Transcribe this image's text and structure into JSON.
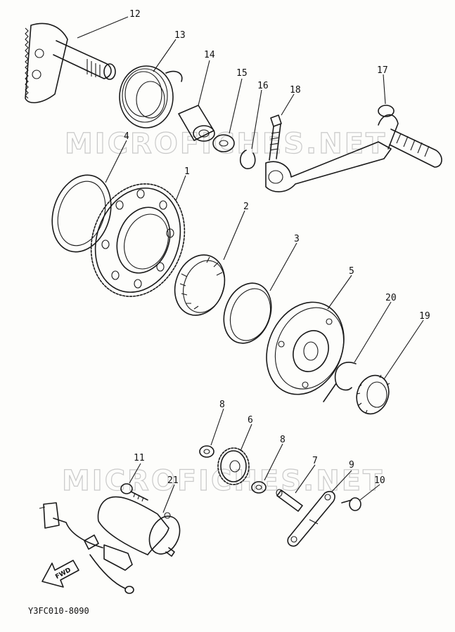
{
  "watermark": "MICROFICHES.NET",
  "drawing_code": "Y3FC010-8090",
  "fwd_label": "FWD",
  "callouts": {
    "p1": "1",
    "p2": "2",
    "p3": "3",
    "p4": "4",
    "p5": "5",
    "p6": "6",
    "p7": "7",
    "p8a": "8",
    "p8b": "8",
    "p9": "9",
    "p10": "10",
    "p11": "11",
    "p12": "12",
    "p13": "13",
    "p14": "14",
    "p15": "15",
    "p16": "16",
    "p17": "17",
    "p18": "18",
    "p19": "19",
    "p20": "20",
    "p21": "21"
  }
}
